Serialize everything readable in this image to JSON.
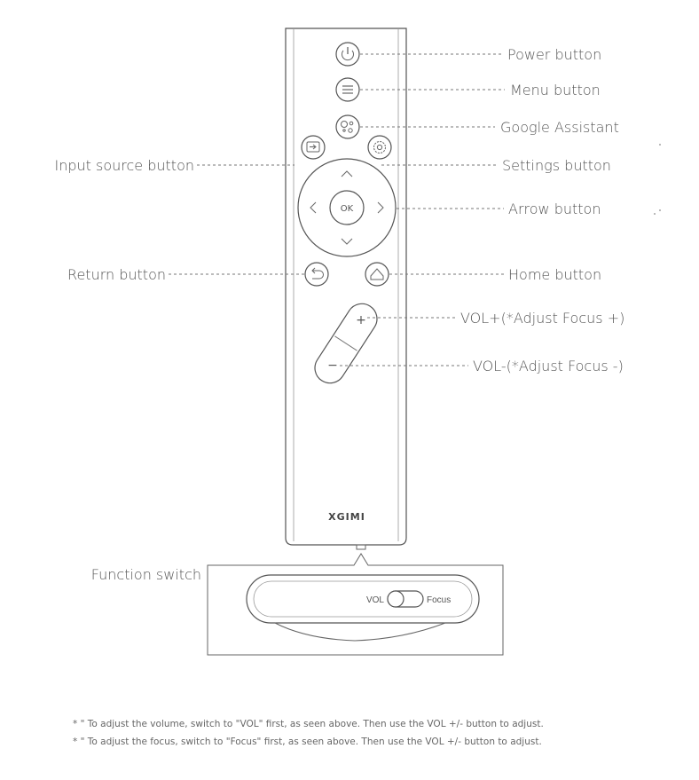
{
  "labels": {
    "power": "Power button",
    "menu": "Menu button",
    "assistant": "Google Assistant",
    "input": "Input source button",
    "settings": "Settings button",
    "arrow": "Arrow button",
    "return": "Return button",
    "home": "Home button",
    "vol_plus": "VOL+(*Adjust Focus +)",
    "vol_minus": "VOL-(*Adjust Focus -)",
    "function_switch": "Function switch"
  },
  "remote": {
    "brand": "XGIMI",
    "ok_label": "OK",
    "plus_symbol": "+",
    "minus_symbol": "−"
  },
  "switch": {
    "left_label": "VOL",
    "right_label": "Focus"
  },
  "notes": [
    "* \" To adjust the volume, switch to \"VOL\" first, as seen above. Then use the  VOL +/- button to adjust.",
    "* \" To adjust the focus, switch to \"Focus\" first, as seen above. Then use the VOL +/- button to adjust."
  ]
}
